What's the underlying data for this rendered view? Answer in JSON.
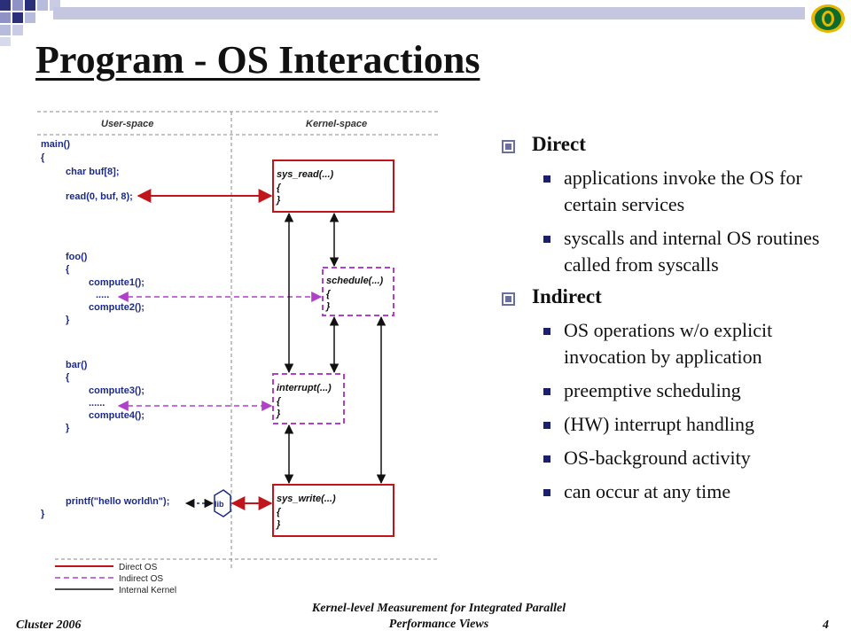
{
  "slide": {
    "title": "Program - OS Interactions"
  },
  "diagram": {
    "user_space": "User-space",
    "kernel_space": "Kernel-space",
    "code": {
      "main": "main()",
      "brace_open": "{",
      "brace_close": "}",
      "char_buf": "char buf[8];",
      "read": "read(0, buf, 8);",
      "foo": "foo()",
      "compute1": "compute1();",
      "dots5": ".....",
      "compute2": "compute2();",
      "bar": "bar()",
      "compute3": "compute3();",
      "dots6": "......",
      "compute4": "compute4();",
      "printf": "printf(\"hello world\\n\");",
      "lib": "lib"
    },
    "kernel": {
      "sys_read": "sys_read(...)",
      "schedule": "schedule(...)",
      "interrupt": "interrupt(...)",
      "sys_write": "sys_write(...)"
    },
    "legend": {
      "direct": "Direct OS",
      "indirect": "Indirect OS",
      "internal": "Internal Kernel"
    },
    "colors": {
      "direct": "#c0161b",
      "indirect": "#b040c8",
      "internal": "#111111",
      "code": "#1c2a8a"
    }
  },
  "bullets": {
    "direct": {
      "label": "Direct",
      "items": [
        "applications invoke the OS for certain services",
        "syscalls and internal OS routines called from syscalls"
      ]
    },
    "indirect": {
      "label": "Indirect",
      "items": [
        "OS operations w/o explicit invocation by application",
        "preemptive scheduling",
        "(HW) interrupt handling",
        "OS-background activity",
        "can occur at any time"
      ]
    }
  },
  "footer": {
    "left": "Cluster 2006",
    "center_line1": "Kernel-level Measurement for Integrated Parallel",
    "center_line2": "Performance Views",
    "page": "4"
  }
}
